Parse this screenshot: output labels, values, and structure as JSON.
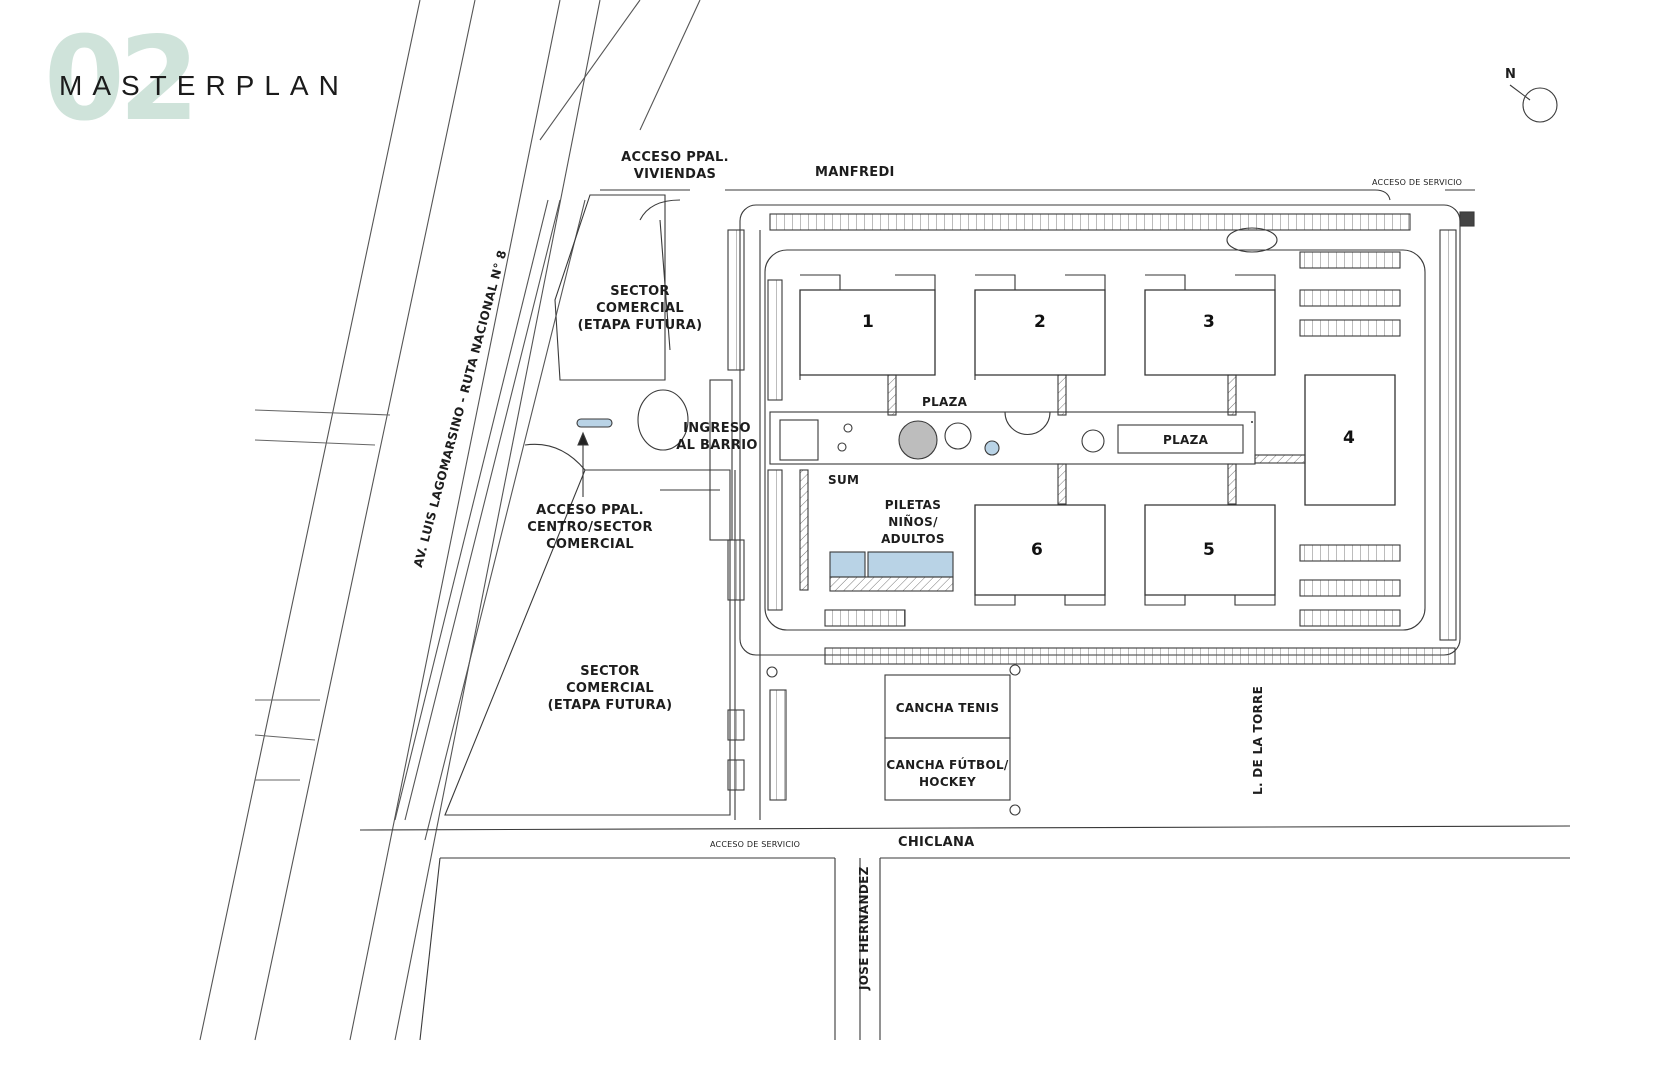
{
  "header": {
    "number": "02",
    "title": "MASTERPLAN"
  },
  "compass": {
    "label": "N"
  },
  "streets": {
    "manfredi": "MANFREDI",
    "chiclana": "CHICLANA",
    "de_la_torre": "L. DE LA TORRE",
    "jose_hernandez": "JOSE HERNANDEZ",
    "avenida": "AV. LUIS LAGOMARSINO - RUTA NACIONAL N° 8"
  },
  "labels": {
    "acceso_viviendas": [
      "ACCESO PPAL.",
      "VIVIENDAS"
    ],
    "acceso_servicio_top": "ACCESO DE SERVICIO",
    "acceso_servicio_bottom": "ACCESO DE SERVICIO",
    "sector_comercial_top": [
      "SECTOR COMERCIAL",
      "(ETAPA FUTURA)"
    ],
    "sector_comercial_bottom": [
      "SECTOR COMERCIAL",
      "(ETAPA FUTURA)"
    ],
    "ingreso_barrio": [
      "INGRESO",
      "AL BARRIO"
    ],
    "acceso_centro": [
      "ACCESO PPAL.",
      "CENTRO/SECTOR",
      "COMERCIAL"
    ],
    "plaza_top": "PLAZA",
    "plaza_right": "PLAZA",
    "sum": "SUM",
    "piletas": [
      "PILETAS",
      "NIÑOS/",
      "ADULTOS"
    ],
    "cancha_tenis": "CANCHA TENIS",
    "cancha_futbol": [
      "CANCHA FÚTBOL/",
      "HOCKEY"
    ]
  },
  "buildings": [
    "1",
    "2",
    "3",
    "4",
    "5",
    "6"
  ],
  "colors": {
    "accent": "#cfe3da",
    "water": "#b9d3e6",
    "line": "#3a3a3a"
  }
}
